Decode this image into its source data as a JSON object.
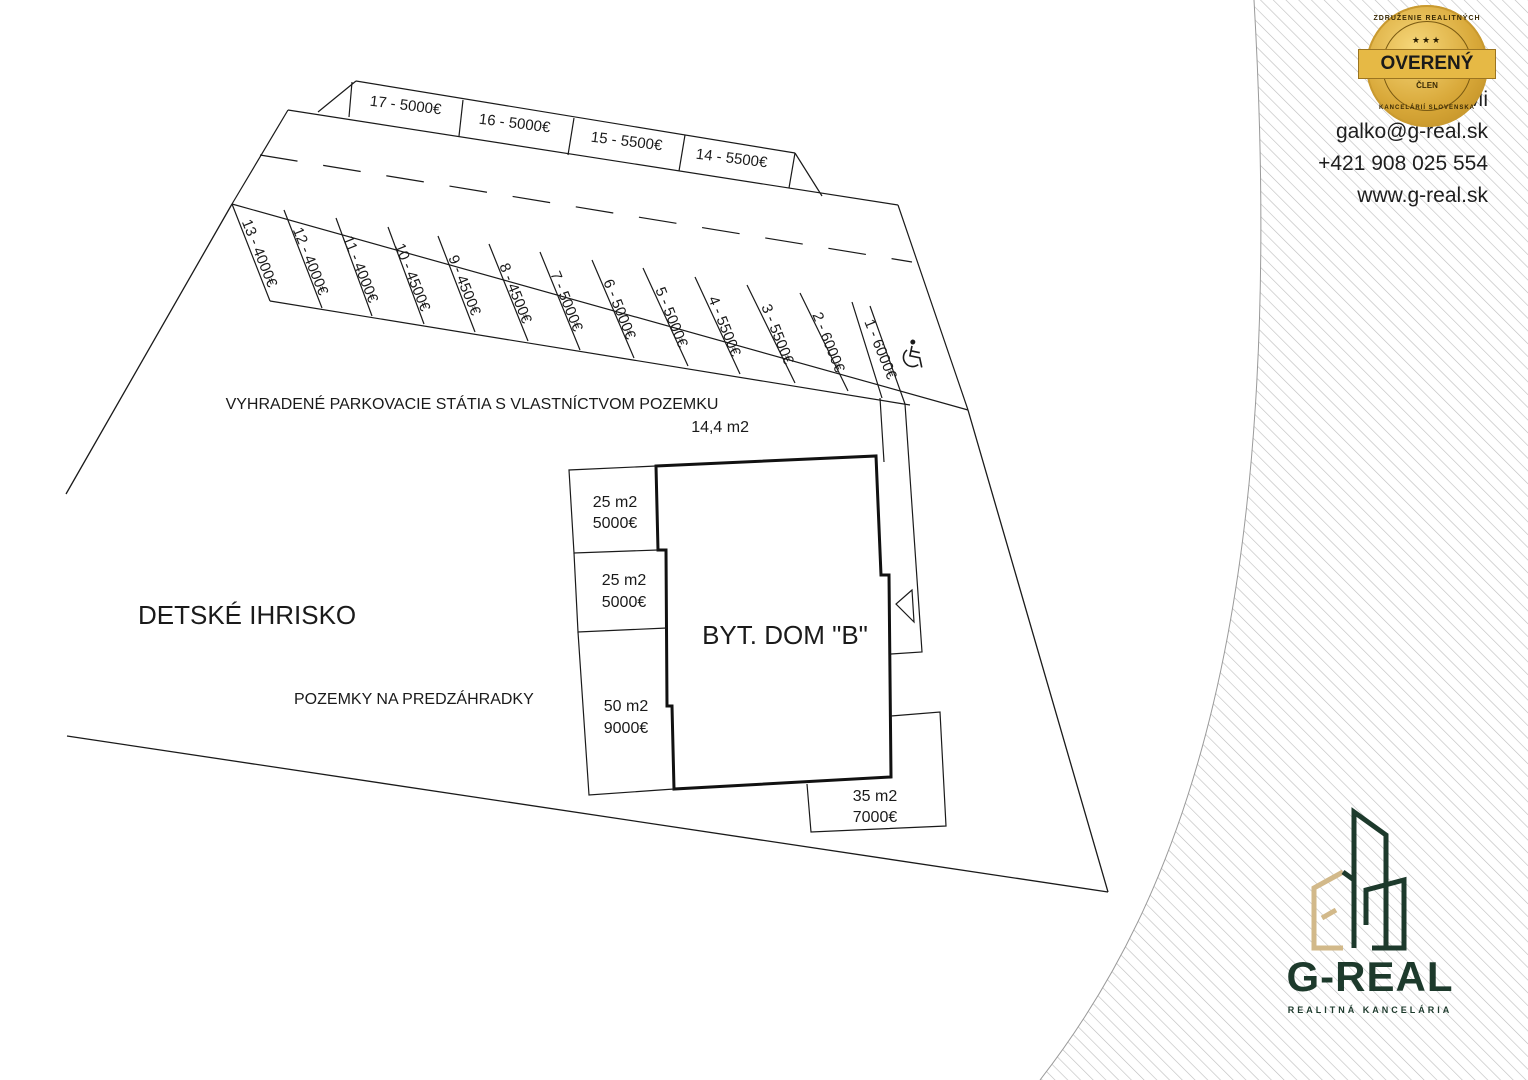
{
  "contact": {
    "name": "Ing. Mi",
    "email": "galko@g-real.sk",
    "phone": "+421 908 025 554",
    "web": "www.g-real.sk"
  },
  "badge": {
    "main": "OVERENÝ",
    "sub": "ČLEN",
    "arc_top": "ZDRUŽENIE REALITNÝCH",
    "arc_bottom": "KANCELÁRIÍ SLOVENSKA",
    "stars": "★★★"
  },
  "brand": {
    "name": "G-REAL",
    "tagline": "REALITNÁ KANCELÁRIA"
  },
  "parking": {
    "top_row": [
      "17 - 5000€",
      "16 - 5000€",
      "15 - 5500€",
      "14 - 5500€"
    ],
    "bottom_row": [
      "13 - 4000€",
      "12 - 4000€",
      "11 - 4000€",
      "10 - 4500€",
      "9 - 4500€",
      "8 - 4500€",
      "7 - 5000€",
      "6 - 5000€",
      "5 - 5000€",
      "4 - 5500€",
      "3 - 5500€",
      "2 - 6000€",
      "1 - 6000€"
    ],
    "accessible_icon": "wheelchair-icon",
    "caption": "VYHRADENÉ PARKOVACIE STÁTIA S VLASTNÍCTVOM POZEMKU",
    "area": "14,4 m2"
  },
  "labels": {
    "playground": "DETSKÉ IHRISKO",
    "building": "BYT. DOM \"B\"",
    "gardens": "POZEMKY NA PREDZÁHRADKY"
  },
  "plots": [
    {
      "area": "25 m2",
      "price": "5000€"
    },
    {
      "area": "25 m2",
      "price": "5000€"
    },
    {
      "area": "50 m2",
      "price": "9000€"
    },
    {
      "area": "35 m2",
      "price": "7000€"
    }
  ],
  "colors": {
    "brand_green": "#1d3a2c",
    "gold": "#d9a93a",
    "line": "#1a1a1a"
  }
}
